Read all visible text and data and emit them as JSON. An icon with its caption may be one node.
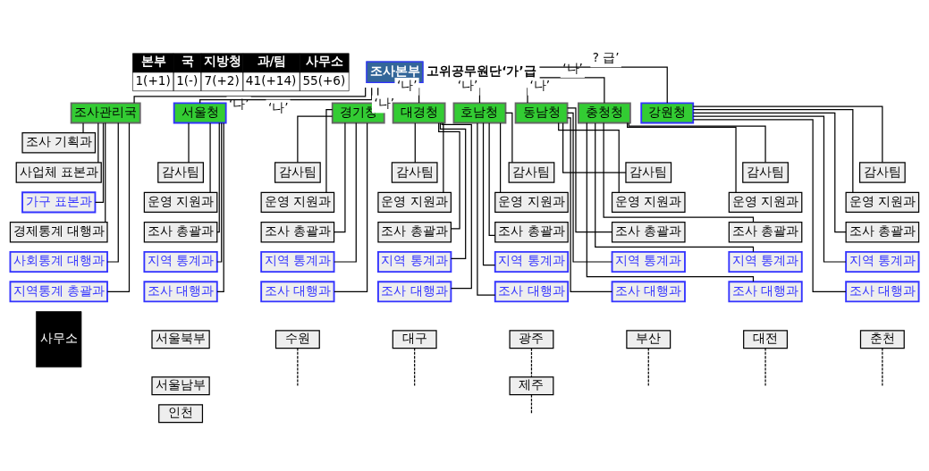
{
  "diagram": {
    "nodes": [
      {
        "text": [
          "조사본부"
        ],
        "beside": [
          "고위공무원단‘가’급"
        ]
      },
      {
        "text": [
          "조사관리국"
        ]
      },
      {
        "text": [
          "조사 기획과"
        ]
      },
      {
        "text": [
          "사업체 표본과"
        ]
      },
      {
        "text": [
          "가구 표본과"
        ]
      },
      {
        "text": [
          "경제통계 대행과"
        ]
      },
      {
        "text": [
          "사회통계 대행과"
        ]
      },
      {
        "text": [
          "지역통계 총괄과"
        ]
      },
      {
        "text": [
          "서울청"
        ]
      },
      {
        "text": [
          "감사팀"
        ]
      },
      {
        "text": [
          "운영 지원과"
        ]
      },
      {
        "text": [
          "조사 총괄과"
        ]
      },
      {
        "text": [
          "지역 통계과"
        ]
      },
      {
        "text": [
          "조사 대행과"
        ]
      },
      {
        "text": [
          "경기청"
        ]
      },
      {
        "text": [
          "감사팀"
        ]
      },
      {
        "text": [
          "운영 지원과"
        ]
      },
      {
        "text": [
          "조사 총괄과"
        ]
      },
      {
        "text": [
          "지역 통계과"
        ]
      },
      {
        "text": [
          "조사 대행과"
        ]
      },
      {
        "text": [
          "대경청"
        ]
      },
      {
        "text": [
          "감사팀"
        ]
      },
      {
        "text": [
          "운영 지원과"
        ]
      },
      {
        "text": [
          "조사 총괄과"
        ]
      },
      {
        "text": [
          "지역 통계과"
        ]
      },
      {
        "text": [
          "조사 대행과"
        ]
      },
      {
        "text": [
          "호남청"
        ]
      },
      {
        "text": [
          "감사팀"
        ]
      },
      {
        "text": [
          "운영 지원과"
        ]
      },
      {
        "text": [
          "조사 총괄과"
        ]
      },
      {
        "text": [
          "지역 통계과"
        ]
      },
      {
        "text": [
          "조사 대행과"
        ]
      },
      {
        "text": [
          "동남청"
        ]
      },
      {
        "text": [
          "감사팀"
        ]
      },
      {
        "text": [
          "운영 지원과"
        ]
      },
      {
        "text": [
          "조사 총괄과"
        ]
      },
      {
        "text": [
          "지역 통계과"
        ]
      },
      {
        "text": [
          "조사 대행과"
        ]
      },
      {
        "text": [
          "충청청"
        ]
      },
      {
        "text": [
          "감사팀"
        ]
      },
      {
        "text": [
          "운영 지원과"
        ]
      },
      {
        "text": [
          "조사 총괄과"
        ]
      },
      {
        "text": [
          "지역 통계과"
        ]
      },
      {
        "text": [
          "조사 대행과"
        ]
      },
      {
        "text": [
          "강원청"
        ]
      },
      {
        "text": [
          "감사팀"
        ]
      },
      {
        "text": [
          "운영 지원과"
        ]
      },
      {
        "text": [
          "조사 총괄과"
        ]
      },
      {
        "text": [
          "지역 통계과"
        ]
      },
      {
        "text": [
          "조사 대행과"
        ]
      },
      {
        "text": [
          "사무소"
        ]
      },
      {
        "text": [
          "서울북부"
        ]
      },
      {
        "text": [
          "서울남부"
        ]
      },
      {
        "text": [
          "인천"
        ]
      },
      {
        "text": [
          "수원"
        ]
      },
      {
        "text": [
          "대구"
        ]
      },
      {
        "text": [
          "광주"
        ]
      },
      {
        "text": [
          "제주"
        ]
      },
      {
        "text": [
          "부산"
        ]
      },
      {
        "text": [
          "대전"
        ]
      },
      {
        "text": [
          "춘천"
        ]
      }
    ],
    "edges": [
      {
        "from": 0,
        "to": 1,
        "arrow": "none",
        "label": "‘나’"
      },
      {
        "from": 0,
        "to": 8,
        "arrow": "none",
        "label": "‘나’"
      },
      {
        "from": 0,
        "to": 14,
        "arrow": "none",
        "label": "‘나’"
      },
      {
        "from": 0,
        "to": 20,
        "arrow": "none",
        "label": "‘나’"
      },
      {
        "from": 0,
        "to": 26,
        "arrow": "none",
        "label": "‘나’"
      },
      {
        "from": 0,
        "to": 32,
        "arrow": "none",
        "label": "‘나’"
      },
      {
        "from": 0,
        "to": 38,
        "arrow": "none",
        "label": "‘나’"
      },
      {
        "from": 0,
        "to": 44,
        "arrow": "none",
        "label": "? 급’"
      },
      {
        "from": 1,
        "to": 2,
        "arrow": "none"
      },
      {
        "from": 1,
        "to": 3,
        "arrow": "none"
      },
      {
        "from": 1,
        "to": 4,
        "arrow": "none"
      },
      {
        "from": 1,
        "to": 5,
        "arrow": "none"
      },
      {
        "from": 1,
        "to": 6,
        "arrow": "none"
      },
      {
        "from": 1,
        "to": 7,
        "arrow": "none"
      },
      {
        "from": 8,
        "to": 9,
        "arrow": "none"
      },
      {
        "from": 8,
        "to": 10,
        "arrow": "none"
      },
      {
        "from": 8,
        "to": 11,
        "arrow": "none"
      },
      {
        "from": 8,
        "to": 12,
        "arrow": "none"
      },
      {
        "from": 8,
        "to": 13,
        "arrow": "none"
      },
      {
        "from": 14,
        "to": 15,
        "arrow": "none"
      },
      {
        "from": 14,
        "to": 16,
        "arrow": "none"
      },
      {
        "from": 14,
        "to": 17,
        "arrow": "none"
      },
      {
        "from": 14,
        "to": 18,
        "arrow": "none"
      },
      {
        "from": 14,
        "to": 19,
        "arrow": "none"
      },
      {
        "from": 20,
        "to": 21,
        "arrow": "none"
      },
      {
        "from": 20,
        "to": 22,
        "arrow": "none"
      },
      {
        "from": 20,
        "to": 23,
        "arrow": "none"
      },
      {
        "from": 20,
        "to": 24,
        "arrow": "none"
      },
      {
        "from": 20,
        "to": 25,
        "arrow": "none"
      },
      {
        "from": 26,
        "to": 27,
        "arrow": "none"
      },
      {
        "from": 26,
        "to": 28,
        "arrow": "none"
      },
      {
        "from": 26,
        "to": 29,
        "arrow": "none"
      },
      {
        "from": 26,
        "to": 30,
        "arrow": "none"
      },
      {
        "from": 26,
        "to": 31,
        "arrow": "none"
      },
      {
        "from": 32,
        "to": 33,
        "arrow": "none"
      },
      {
        "from": 32,
        "to": 34,
        "arrow": "none"
      },
      {
        "from": 32,
        "to": 35,
        "arrow": "none"
      },
      {
        "from": 32,
        "to": 36,
        "arrow": "none"
      },
      {
        "from": 32,
        "to": 37,
        "arrow": "none"
      },
      {
        "from": 38,
        "to": 39,
        "arrow": "none"
      },
      {
        "from": 38,
        "to": 40,
        "arrow": "none"
      },
      {
        "from": 38,
        "to": 41,
        "arrow": "none"
      },
      {
        "from": 38,
        "to": 42,
        "arrow": "none"
      },
      {
        "from": 38,
        "to": 43,
        "arrow": "none"
      },
      {
        "from": 44,
        "to": 45,
        "arrow": "none"
      },
      {
        "from": 44,
        "to": 46,
        "arrow": "none"
      },
      {
        "from": 44,
        "to": 47,
        "arrow": "none"
      },
      {
        "from": 44,
        "to": 48,
        "arrow": "none"
      },
      {
        "from": 44,
        "to": 49,
        "arrow": "none"
      },
      {
        "from": 54,
        "to": null,
        "arrow": "none",
        "style": "dashed"
      },
      {
        "from": 55,
        "to": null,
        "arrow": "none",
        "style": "dashed"
      },
      {
        "from": 56,
        "to": 57,
        "arrow": "none",
        "style": "dashed"
      },
      {
        "from": 57,
        "to": null,
        "arrow": "none",
        "style": "dashed"
      },
      {
        "from": 58,
        "to": null,
        "arrow": "none",
        "style": "dashed"
      },
      {
        "from": 59,
        "to": null,
        "arrow": "none",
        "style": "dashed"
      },
      {
        "from": 60,
        "to": null,
        "arrow": "none",
        "style": "dashed"
      }
    ],
    "labels": [
      "본부",
      "국",
      "지방청",
      "과/팀",
      "사무소",
      "1(+1)",
      "1(-)",
      "7(+2)",
      "41(+14)",
      "55(+6)"
    ]
  }
}
